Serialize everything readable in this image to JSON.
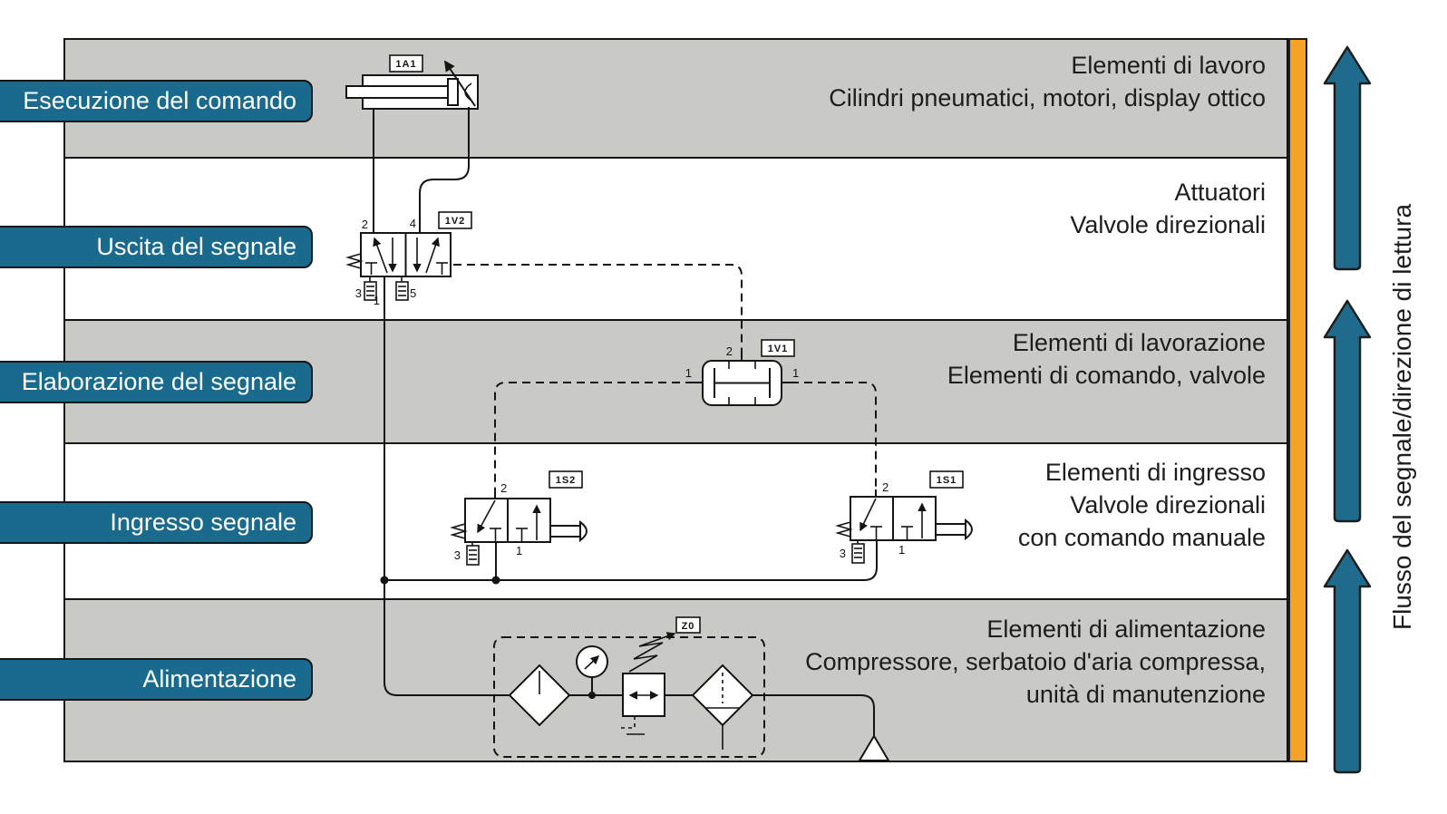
{
  "rows": [
    {
      "label": "Esecuzione del comando",
      "lines": [
        "Elementi di lavoro",
        "Cilindri pneumatici, motori, display ottico"
      ]
    },
    {
      "label": "Uscita del segnale",
      "lines": [
        "Attuatori",
        "Valvole direzionali"
      ]
    },
    {
      "label": "Elaborazione del segnale",
      "lines": [
        "Elementi di lavorazione",
        "Elementi di comando, valvole"
      ]
    },
    {
      "label": "Ingresso segnale",
      "lines": [
        "Elementi di ingresso",
        "Valvole direzionali",
        "con comando manuale"
      ]
    },
    {
      "label": "Alimentazione",
      "lines": [
        "Elementi di alimentazione",
        "Compressore, serbatoio d'aria compressa,",
        "unità di manutenzione"
      ]
    }
  ],
  "flow_axis": {
    "label": "Flusso del segnale/direzione di lettura"
  },
  "components": {
    "cylinder_id": "1A1",
    "output_valve_id": "1V2",
    "and_valve_id": "1V1",
    "input_valve_left_id": "1S2",
    "input_valve_right_id": "1S1",
    "service_unit_id": "Z0"
  },
  "ports": {
    "v2_2": "2",
    "v2_4": "4",
    "v2_3": "3",
    "v2_1": "1",
    "v2_5": "5",
    "v1_left": "1",
    "v1_top": "2",
    "v1_right": "1",
    "s2_2": "2",
    "s2_3": "3",
    "s2_1": "1",
    "s1_2": "2",
    "s1_3": "3",
    "s1_1": "1"
  },
  "colors": {
    "band_gray": "#c9c9c5",
    "badge_teal": "#196a8c",
    "arrow_teal": "#1e6b8d",
    "orange": "#f6a425",
    "ink": "#1d1d1b",
    "line": "#141414"
  }
}
